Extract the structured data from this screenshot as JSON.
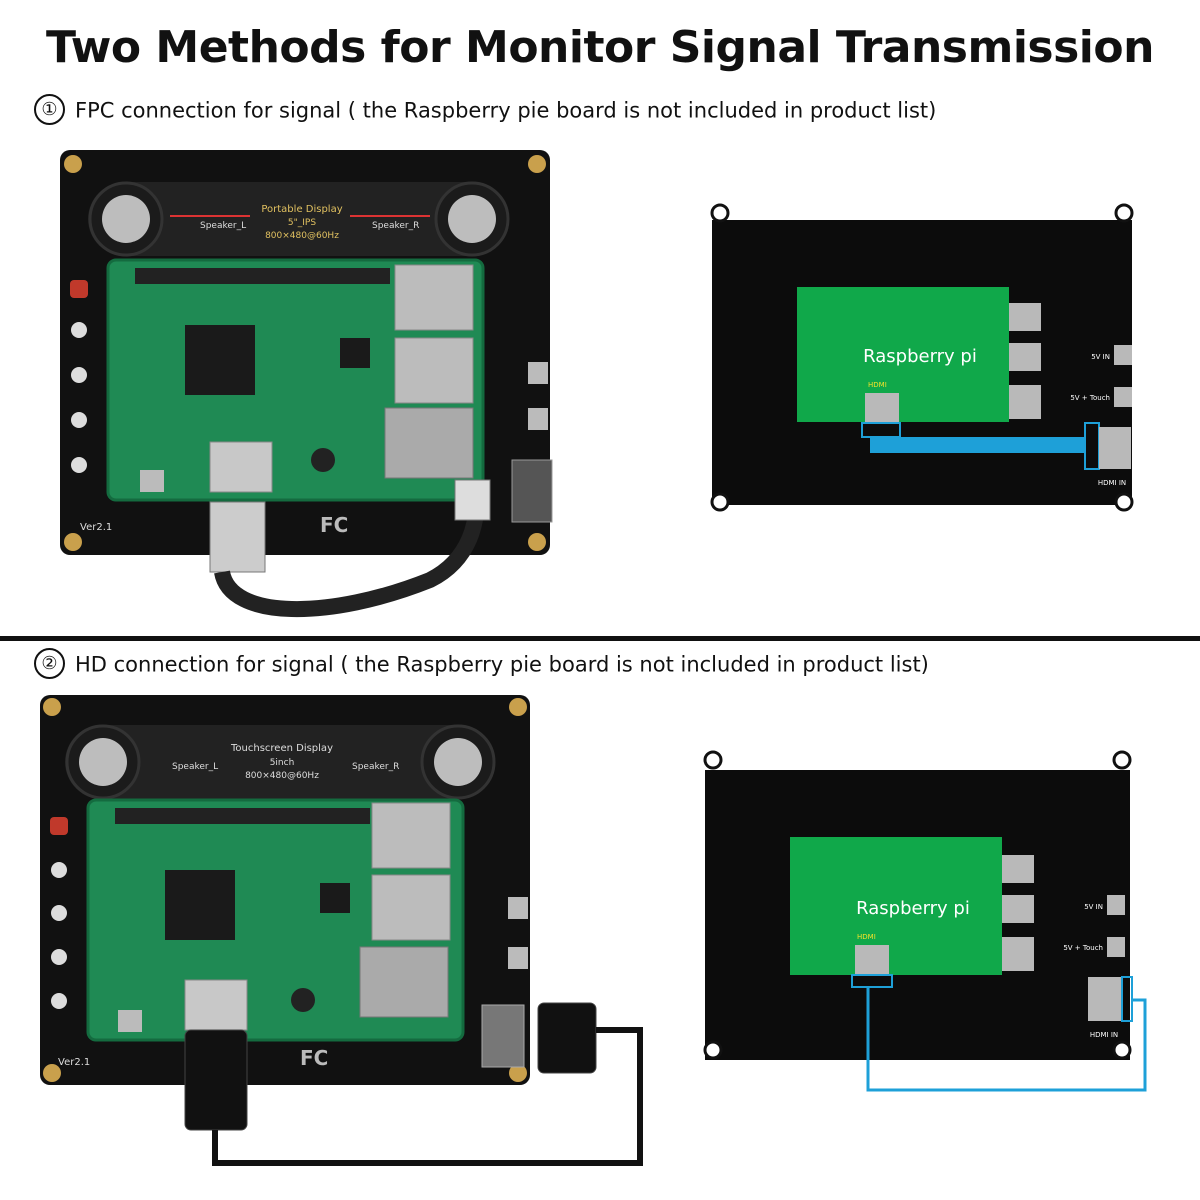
{
  "title": "Two Methods for Monitor Signal Transmission",
  "section1": {
    "number": "①",
    "text": "FPC connection for signal ( the Raspberry pie board is not included in product list)"
  },
  "section2": {
    "number": "②",
    "text": "HD connection for signal ( the Raspberry pie board is not included in product list)"
  },
  "diagram1": {
    "pi_label": "Raspberry pi",
    "hdmi_label": "HDMI",
    "port_5v": "5V IN",
    "port_touch": "5V + Touch",
    "port_hdmi_in": "HDMI IN"
  },
  "diagram2": {
    "pi_label": "Raspberry pi",
    "hdmi_label": "HDMI",
    "port_5v": "5V IN",
    "port_touch": "5V + Touch",
    "port_hdmi_in": "HDMI IN"
  },
  "photo1": {
    "pcb_title": "Portable Display",
    "pcb_size": "5\"_IPS",
    "pcb_res": "800×480@60Hz",
    "speaker_label": "Speaker_L",
    "speaker_r_label": "Speaker_R",
    "version": "Ver2.1",
    "fc_mark": "FC"
  },
  "photo2": {
    "pcb_title": "Touchscreen Display",
    "pcb_size": "5inch",
    "pcb_res": "800×480@60Hz",
    "speaker_label": "Speaker_L",
    "speaker_r_label": "Speaker_R",
    "version": "Ver2.1",
    "fc_mark": "FC"
  },
  "colors": {
    "pi_green": "#10a84a",
    "cable_blue": "#1ea0d8",
    "screen_black": "#0c0c0c",
    "port_grey": "#b9b9b9",
    "hdmi_yellow": "#f0e12a"
  }
}
